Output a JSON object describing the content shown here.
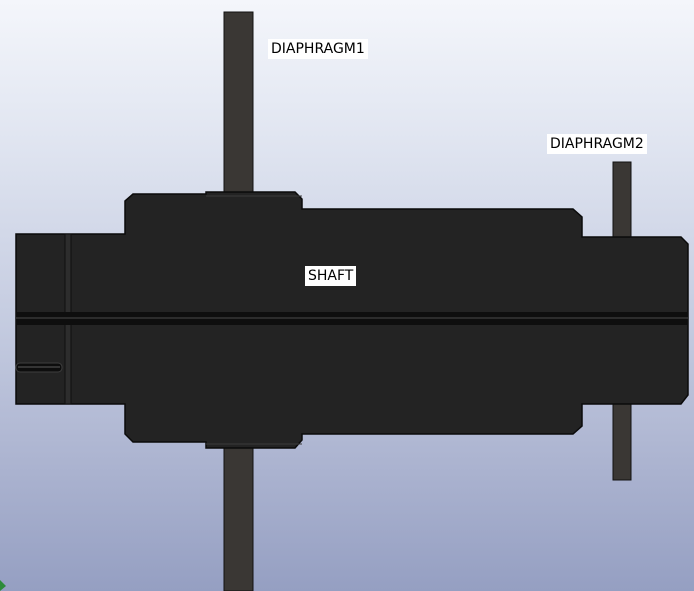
{
  "labels": {
    "diaphragm1": "DIAPHRAGM1",
    "diaphragm2": "DIAPHRAGM2",
    "shaft": "SHAFT"
  },
  "colors": {
    "part": "#232323",
    "part_edge": "#0b0b0b",
    "diaphragm": "#3a3734",
    "background_top": "#f4f6fb",
    "background_bottom": "#959fc2"
  }
}
